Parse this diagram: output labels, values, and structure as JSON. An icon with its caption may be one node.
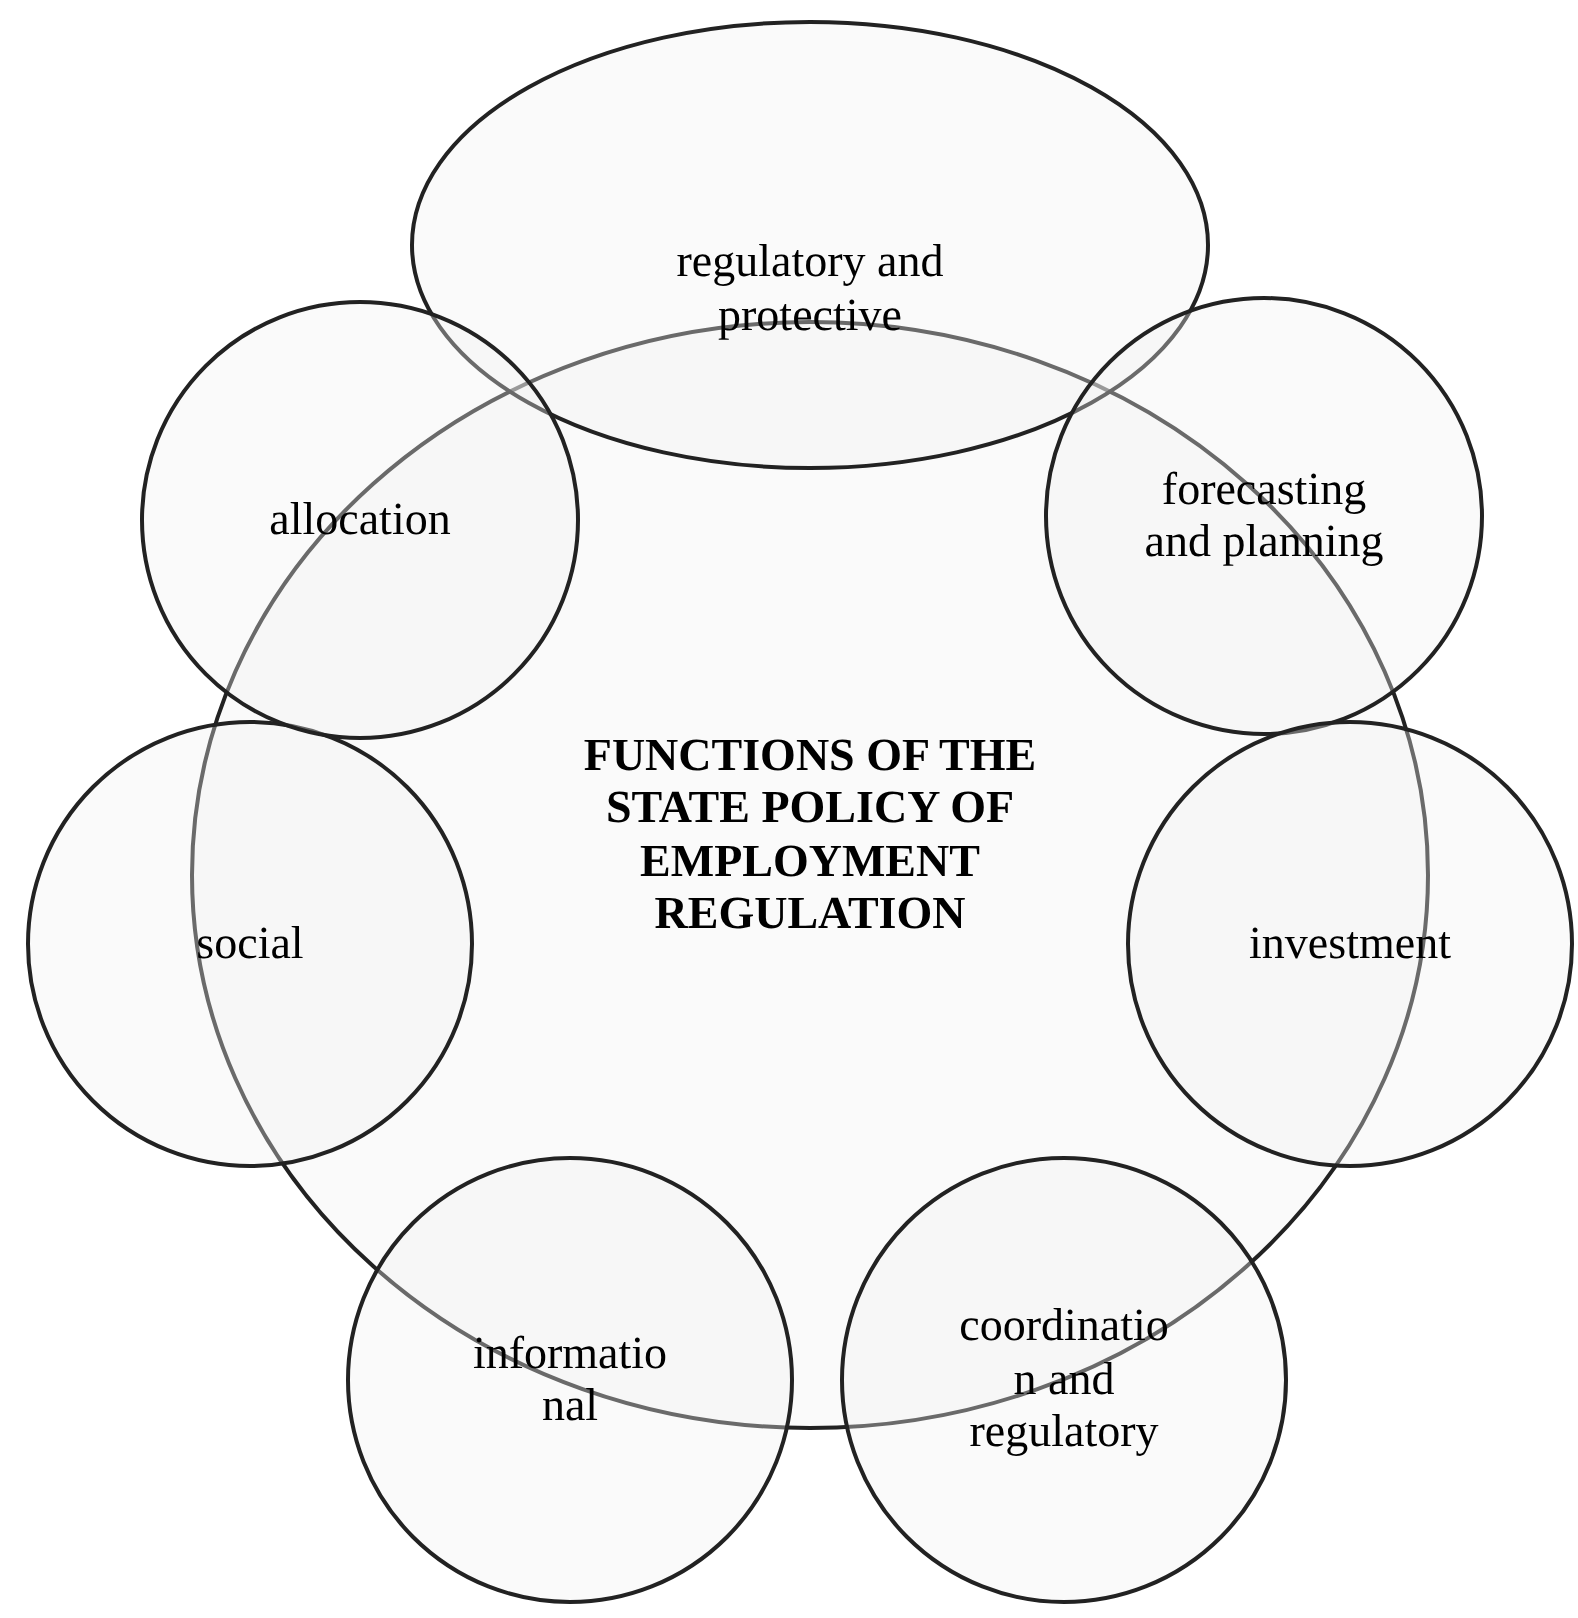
{
  "diagram": {
    "nodes": [
      {
        "text": [
          "FUNCTIONS OF THE STATE POLICY OF EMPLOYMENT REGULATION"
        ]
      },
      {
        "text": [
          "regulatory and protective"
        ]
      },
      {
        "text": [
          "forecasting and planning"
        ]
      },
      {
        "text": [
          "investment"
        ]
      },
      {
        "text": [
          "coordinatio n and regulatory"
        ]
      },
      {
        "text": [
          "informatio nal"
        ]
      },
      {
        "text": [
          "social"
        ]
      },
      {
        "text": [
          "allocation"
        ]
      }
    ]
  }
}
